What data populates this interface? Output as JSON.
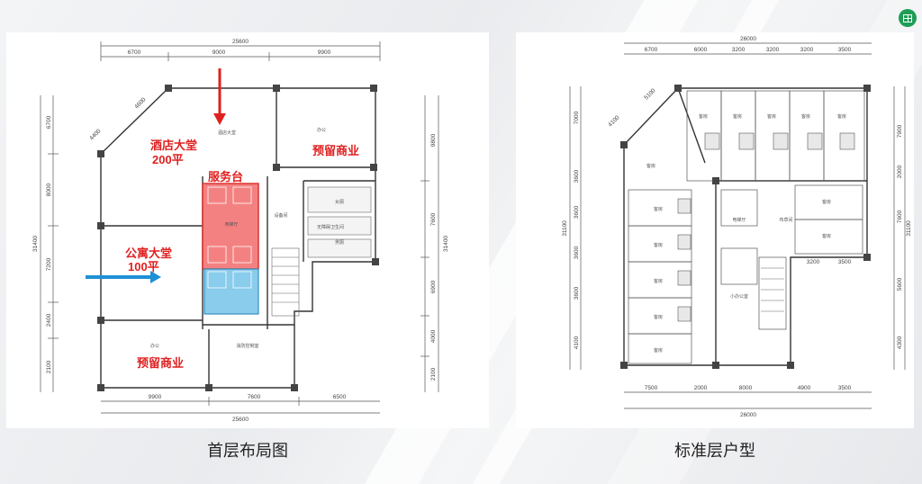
{
  "left_plan": {
    "dim_top_total": "25600",
    "dim_top_segments": [
      "6700",
      "9000",
      "9900"
    ],
    "dim_bottom_segments": [
      "9900",
      "7600",
      "6500"
    ],
    "dim_bottom_total": "25600",
    "dim_left_total": "31400",
    "dim_left_segments": [
      "6700",
      "8000",
      "7200",
      "2400",
      "2100"
    ],
    "dim_right_total": "31400",
    "dim_right_segments": [
      "9800",
      "7600",
      "6900",
      "4000",
      "2100"
    ],
    "dim_diag_a": "4600",
    "dim_diag_b": "4400",
    "hotel_lobby_label": "酒店大堂",
    "hotel_lobby_area": "200平",
    "service_desk_label": "服务台",
    "apartment_lobby_label": "公寓大堂",
    "apartment_lobby_area": "100平",
    "reserved_retail_top": "预留商业",
    "reserved_retail_bottom": "预留商业",
    "office_small_top": "办公",
    "office_small_bottom": "办公",
    "hotel_lobby_small": "酒店大堂",
    "elevator_hall_small": "电梯厅",
    "equipment_small": "设备间",
    "fire_control_small": "消防控制室",
    "female_wc_small": "女厕",
    "male_wc_small": "男厕",
    "accessible_wc_small": "无障碍卫生间",
    "colors": {
      "hotel_zone": "#f26b6b",
      "apartment_zone": "#7cc6ea",
      "arrow_red": "#e02020",
      "arrow_blue": "#1e90d6"
    }
  },
  "right_plan": {
    "dim_top_total": "26000",
    "dim_top_segments": [
      "6700",
      "6000",
      "3200",
      "3200",
      "3200",
      "3500"
    ],
    "dim_bottom_segments": [
      "7500",
      "2000",
      "8000",
      "4900",
      "3500"
    ],
    "dim_bottom_total": "26000",
    "dim_mid_segments": [
      "3200",
      "3500"
    ],
    "dim_left_total": "31100",
    "dim_left_segments": [
      "7000",
      "3600",
      "3600",
      "3600",
      "3600",
      "4100"
    ],
    "dim_right_total": "31100",
    "dim_right_segments": [
      "7900",
      "2000",
      "7600",
      "5600",
      "4300"
    ],
    "dim_diag_a": "5100",
    "dim_diag_b": "4100",
    "room_label": "客房",
    "elevator_label": "电梯厅",
    "staff_room_label": "布草间",
    "small_office_label": "小办公室"
  },
  "captions": {
    "left": "首层布局图",
    "right": "标准层户型"
  },
  "icons": {
    "corner": "spreadsheet-icon"
  }
}
